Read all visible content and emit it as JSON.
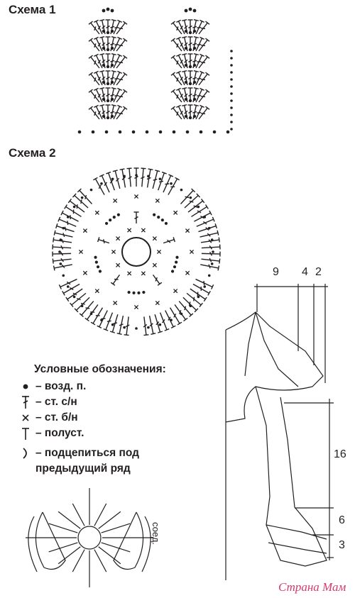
{
  "scheme1": {
    "title": "Схема 1"
  },
  "scheme2": {
    "title": "Схема 2"
  },
  "legend": {
    "title": "Условные обозначения:",
    "items": [
      {
        "symbol": "chain-dot-icon",
        "text": "– возд. п."
      },
      {
        "symbol": "double-crochet-icon",
        "text": "– ст. с/н"
      },
      {
        "symbol": "single-crochet-cross-icon",
        "text": "– ст. б/н"
      },
      {
        "symbol": "half-double-crochet-icon",
        "text": "– полуст."
      },
      {
        "symbol": "hook-join-icon",
        "text": "– подцепиться под"
      }
    ],
    "continuation": "предыдущий ряд"
  },
  "pattern": {
    "dims_top": [
      "9",
      "4",
      "2"
    ],
    "dims_side": [
      "16",
      "6",
      "3"
    ],
    "join_label": "соед."
  },
  "watermark": "Страна Мам",
  "colors": {
    "ink": "#231f20",
    "watermark": "#d43a6f"
  }
}
